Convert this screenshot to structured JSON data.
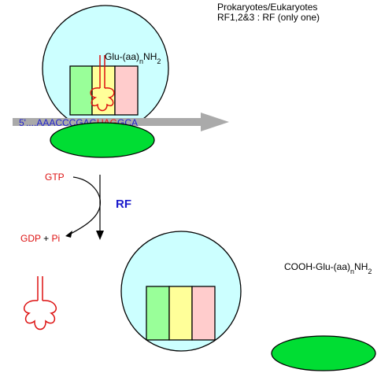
{
  "header": {
    "line1": "Prokaryotes/Eukaryotes",
    "line2": "RF1,2&3 : RF (only one)"
  },
  "top_complex": {
    "peptide_prefix": "Glu-(aa)",
    "peptide_sub_n": "n",
    "peptide_nh": "NH",
    "peptide_sub_2": "2",
    "mrna_prefix": "5'....",
    "mrna_seq_1": "AAACCCGAG",
    "mrna_stop": "UAG",
    "mrna_seq_2": "GCA"
  },
  "reaction": {
    "gtp": "GTP",
    "factor": "RF",
    "gdp": "GDP",
    "plus": " + ",
    "pi": "Pi"
  },
  "released_peptide": {
    "prefix": "COOH-Glu-(aa)",
    "sub_n": "n",
    "nh": "NH",
    "sub_2": "2"
  },
  "colors": {
    "large_subunit": "#ccffff",
    "small_subunit": "#00dd33",
    "site_e": "#99ff99",
    "site_p": "#ffff99",
    "site_a": "#ffcccc",
    "trna": "#dd1111",
    "mrna_arrow": "#aaaaaa",
    "mrna_text": "#2222cc",
    "stop_codon": "#ee1111",
    "rf_text": "#1a1acc"
  }
}
